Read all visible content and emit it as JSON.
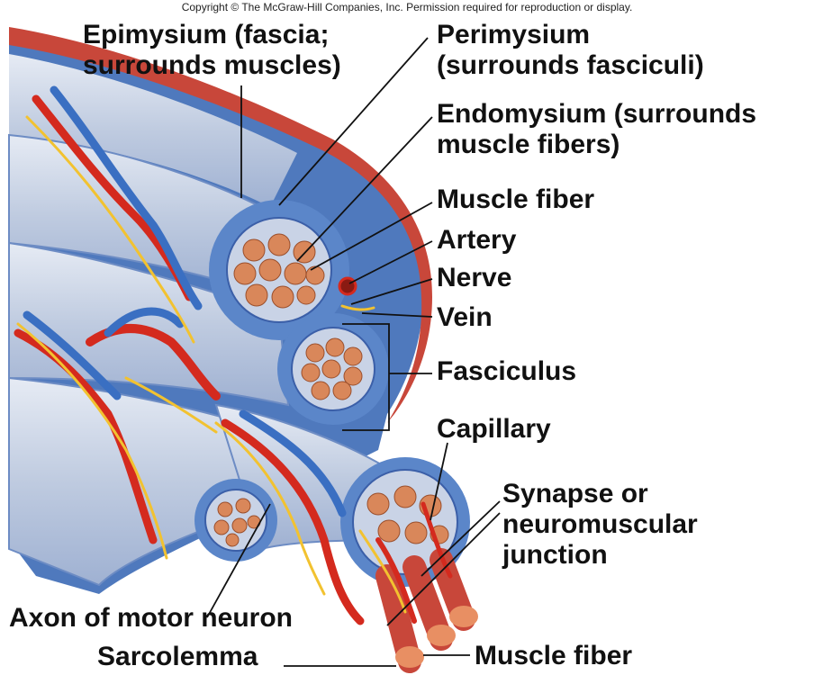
{
  "copyright": "Copyright © The McGraw-Hill Companies, Inc. Permission required for reproduction or display.",
  "labels": {
    "epimysium": [
      "Epimysium (fascia;",
      "surrounds muscles)"
    ],
    "perimysium": [
      "Perimysium",
      "(surrounds fasciculi)"
    ],
    "endomysium": [
      "Endomysium (surrounds",
      "muscle fibers)"
    ],
    "muscle_fiber_top": "Muscle fiber",
    "artery": "Artery",
    "nerve": "Nerve",
    "vein": "Vein",
    "fasciculus": "Fasciculus",
    "capillary": "Capillary",
    "synapse": [
      "Synapse or",
      "neuromuscular",
      "junction"
    ],
    "axon": "Axon of motor neuron",
    "sarcolemma": "Sarcolemma",
    "muscle_fiber_bottom": "Muscle fiber"
  },
  "colors": {
    "epimysium_outer": "#c8473a",
    "connective_tissue": "#5b86c9",
    "fascicle_surface": "#c9d3e6",
    "muscle_fiber": "#d9875a",
    "artery": "#d42a1e",
    "vein": "#3a6fc2",
    "nerve": "#f2c230"
  }
}
